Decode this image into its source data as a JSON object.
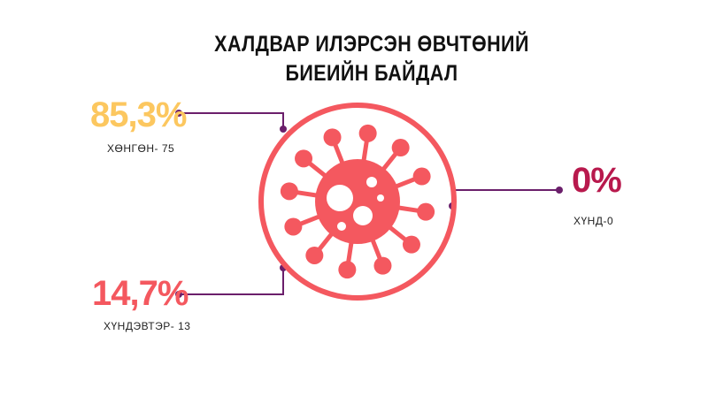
{
  "title": {
    "line1": "ХАЛДВАР ИЛЭРСЭН ӨВЧТӨНИЙ",
    "line2": "БИЕИЙН БАЙДАЛ"
  },
  "colors": {
    "virus": "#f4585f",
    "ring": "#f4585f",
    "connector": "#6b1f6b",
    "light": "#fcc75f",
    "moderate": "#f4585f",
    "severe": "#b8194d"
  },
  "chart_data": {
    "type": "infographic",
    "items": [
      {
        "key": "light",
        "percent_label": "85,3%",
        "caption": "ХӨНГӨН- 75",
        "percent": 85.3,
        "count": 75
      },
      {
        "key": "moderate",
        "percent_label": "14,7%",
        "caption": "ХҮНДЭВТЭР- 13",
        "percent": 14.7,
        "count": 13
      },
      {
        "key": "severe",
        "percent_label": "0%",
        "caption": "ХҮНД-0",
        "percent": 0,
        "count": 0
      }
    ]
  }
}
